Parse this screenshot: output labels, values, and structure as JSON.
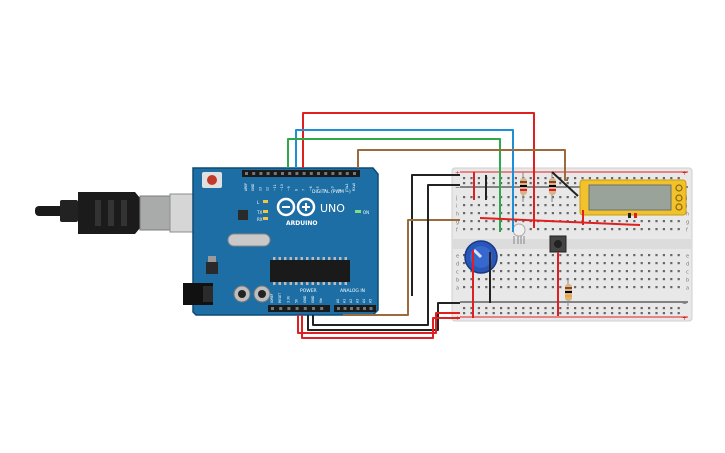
{
  "arduino": {
    "brand": "ARDUINO",
    "model": "UNO",
    "digital_label": "DIGITAL (PWM ~)",
    "power_label": "POWER",
    "analog_label": "ANALOG IN",
    "on_label": "ON",
    "tx_label": "TX",
    "rx_label": "RX",
    "l_label": "L",
    "digital_pins": [
      "AREF",
      "GND",
      "13",
      "12",
      "~11",
      "~10",
      "~9",
      "8",
      "7",
      "~6",
      "~5",
      "4",
      "~3",
      "2",
      "TX▸1",
      "RX◂0"
    ],
    "power_pins": [
      "IOREF",
      "RESET",
      "3.3V",
      "5V",
      "GND",
      "GND",
      "Vin"
    ],
    "analog_pins": [
      "A0",
      "A1",
      "A2",
      "A3",
      "A4",
      "A5"
    ]
  },
  "breadboard": {
    "row_letters_top": [
      "j",
      "i",
      "h",
      "g",
      "f"
    ],
    "row_letters_bottom": [
      "e",
      "d",
      "c",
      "b",
      "a"
    ],
    "rail_plus": "+",
    "rail_minus": "−"
  },
  "colors": {
    "arduino_blue": "#1c6ea4",
    "wire_red": "#e02020",
    "wire_blue": "#1e8fd6",
    "wire_green": "#2ea84a",
    "wire_brown": "#9b6b3e",
    "wire_black": "#222222",
    "lcd_frame": "#f2c22e",
    "lcd_screen": "#9aa39a"
  }
}
